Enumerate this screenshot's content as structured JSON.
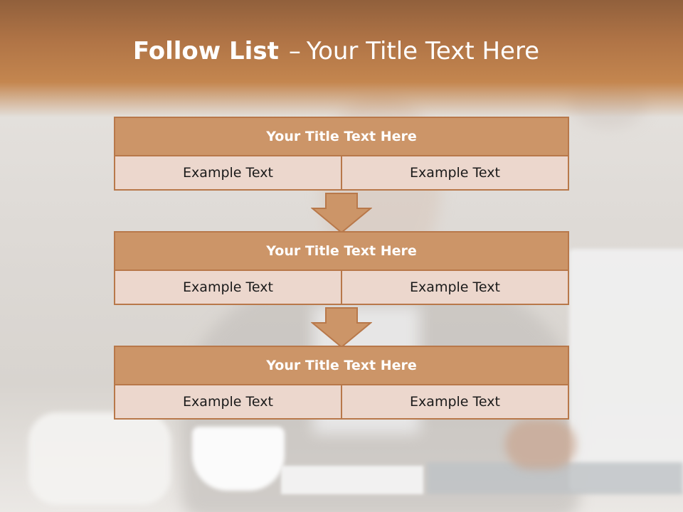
{
  "slide": {
    "title_bold": "Follow List",
    "title_separator": "–",
    "title_rest": "Your Title Text Here"
  },
  "steps": [
    {
      "title": "Your Title Text Here",
      "left": "Example Text",
      "right": "Example Text"
    },
    {
      "title": "Your Title Text Here",
      "left": "Example Text",
      "right": "Example Text"
    },
    {
      "title": "Your Title Text Here",
      "left": "Example Text",
      "right": "Example Text"
    }
  ],
  "colors": {
    "header": "#b07446",
    "box_title_fill": "#cc9568",
    "box_cell_fill": "#ecd7cd",
    "border": "#b8784a",
    "arrow_fill": "#cc9568"
  }
}
